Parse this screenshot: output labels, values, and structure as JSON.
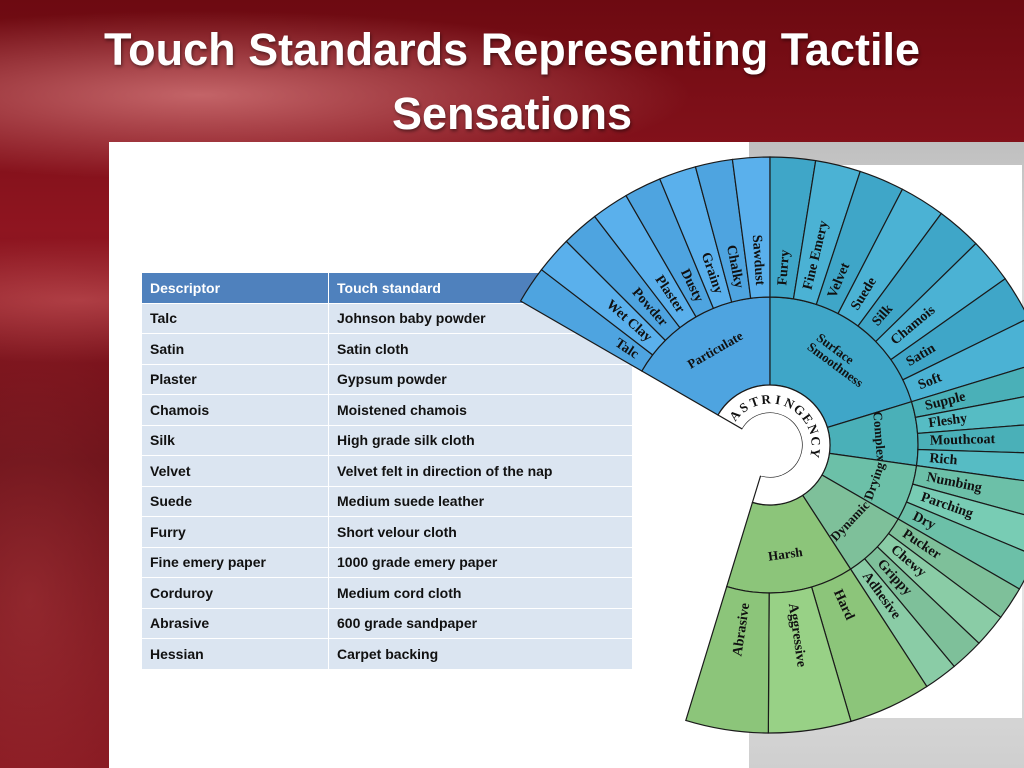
{
  "slide": {
    "title_line1": "Touch Standards Representing Tactile",
    "title_line2": "Sensations"
  },
  "table": {
    "headers": [
      "Descriptor",
      "Touch standard"
    ],
    "rows": [
      [
        "Talc",
        "Johnson baby powder"
      ],
      [
        "Satin",
        "Satin cloth"
      ],
      [
        "Plaster",
        "Gypsum powder"
      ],
      [
        "Chamois",
        "Moistened chamois"
      ],
      [
        "Silk",
        "High grade silk cloth"
      ],
      [
        "Velvet",
        "Velvet felt in direction of the nap"
      ],
      [
        "Suede",
        "Medium suede leather"
      ],
      [
        "Furry",
        "Short velour cloth"
      ],
      [
        "Fine emery paper",
        "1000 grade emery paper"
      ],
      [
        "Corduroy",
        "Medium cord cloth"
      ],
      [
        "Abrasive",
        "600 grade sandpaper"
      ],
      [
        "Hessian",
        "Carpet backing"
      ]
    ]
  },
  "wheel": {
    "center_label": "ASTRINGENCY",
    "colors": {
      "particulate": "#4ea4e0",
      "surface": "#3fa6c8",
      "complex": "#4ab0b8",
      "drying": "#6cc0a8",
      "dynamic": "#7ec09a",
      "harsh": "#8cc57a"
    },
    "categories": [
      {
        "label": "Particulate",
        "group": "particulate",
        "outer": [
          "Talc",
          "Wet Clay",
          "Powder",
          "Plaster",
          "Dusty",
          "Grainy",
          "Chalky",
          "Sawdust"
        ]
      },
      {
        "label": "Surface Smoothness",
        "group": "surface",
        "outer": [
          "Furry",
          "Fine Emery",
          "Velvet",
          "Suede",
          "Silk",
          "Chamois",
          "Satin",
          "Soft"
        ]
      },
      {
        "label": "Complex",
        "group": "complex",
        "outer": [
          "Supple",
          "Fleshy",
          "Mouthcoat",
          "Rich"
        ]
      },
      {
        "label": "Drying",
        "group": "drying",
        "outer": [
          "Numbing",
          "Parching",
          "Dry"
        ]
      },
      {
        "label": "Dynamic",
        "group": "dynamic",
        "outer": [
          "Pucker",
          "Chewy",
          "Grippy",
          "Adhesive"
        ]
      },
      {
        "label": "Harsh",
        "group": "harsh",
        "outer": [
          "Hard",
          "Aggressive",
          "Abrasive"
        ]
      }
    ]
  }
}
